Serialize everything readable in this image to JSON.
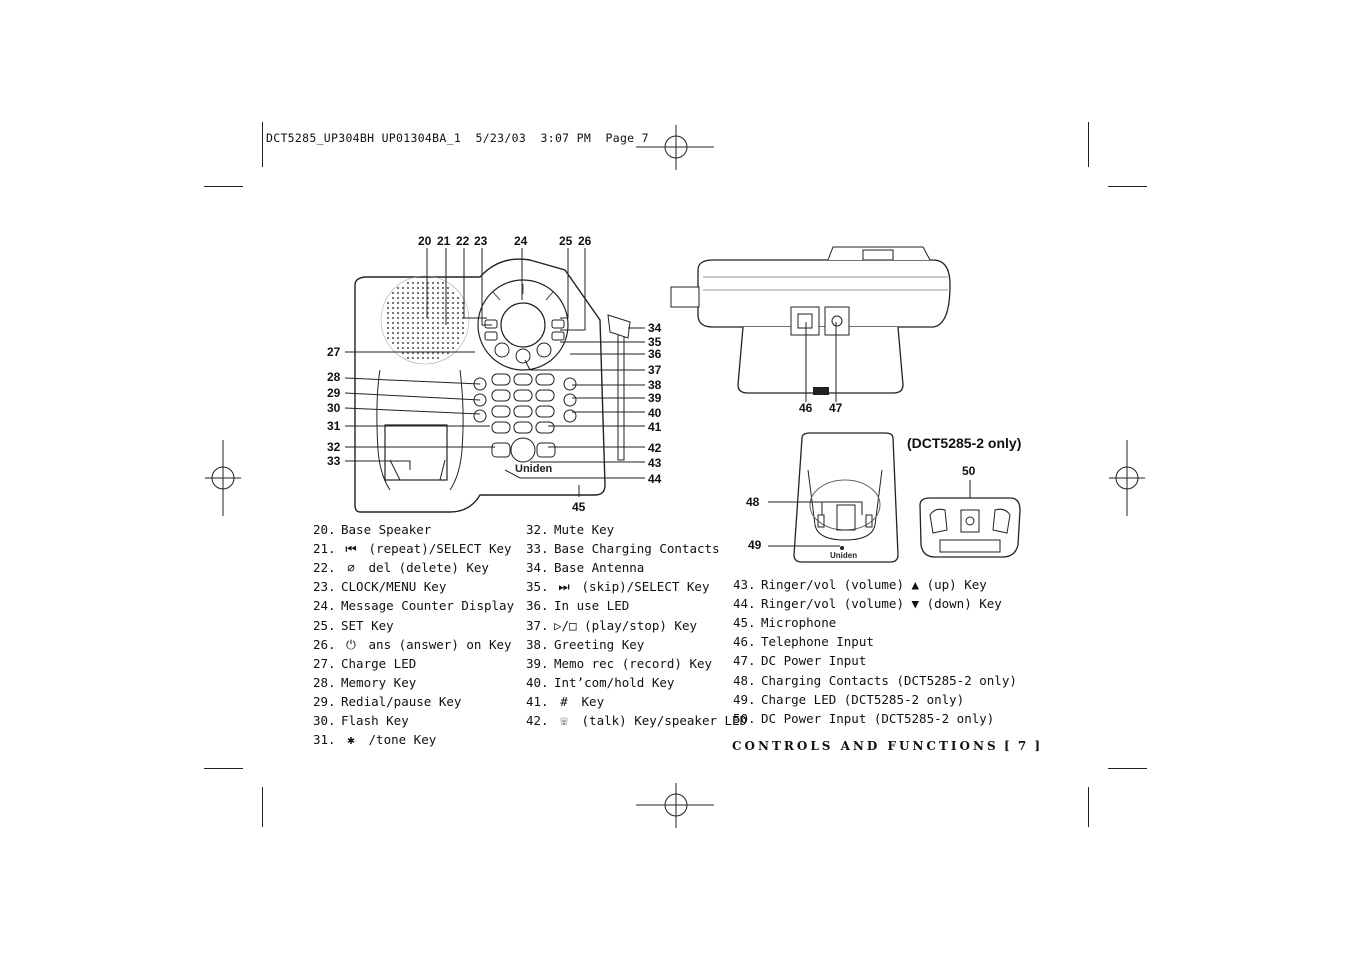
{
  "slug": "DCT5285_UP304BH UP01304BA_1  5/23/03  3:07 PM  Page 7",
  "dct_only": "(DCT5285-2 only)",
  "footer": {
    "section": "CONTROLS AND FUNCTIONS",
    "page": "[ 7 ]"
  },
  "callouts": {
    "c20": "20",
    "c21": "21",
    "c22": "22",
    "c23": "23",
    "c24": "24",
    "c25": "25",
    "c26": "26",
    "c27": "27",
    "c28": "28",
    "c29": "29",
    "c30": "30",
    "c31": "31",
    "c32": "32",
    "c33": "33",
    "c34": "34",
    "c35": "35",
    "c36": "36",
    "c37": "37",
    "c38": "38",
    "c39": "39",
    "c40": "40",
    "c41": "41",
    "c42": "42",
    "c43": "43",
    "c44": "44",
    "c45": "45",
    "c46": "46",
    "c47": "47",
    "c48": "48",
    "c49": "49",
    "c50": "50"
  },
  "brand": "Uniden",
  "col1": [
    {
      "n": "20.",
      "t": "Base Speaker"
    },
    {
      "n": "21.",
      "t": "(repeat)/SELECT Key",
      "icon": "repeat-icon",
      "g": "⏮"
    },
    {
      "n": "22.",
      "t": "del (delete) Key",
      "icon": "delete-icon",
      "g": "⌀"
    },
    {
      "n": "23.",
      "t": "CLOCK/MENU Key"
    },
    {
      "n": "24.",
      "t": "Message Counter Display"
    },
    {
      "n": "25.",
      "t": "SET Key"
    },
    {
      "n": "26.",
      "t": "ans (answer) on Key",
      "icon": "power-icon",
      "g": "⏻"
    },
    {
      "n": "27.",
      "t": "Charge LED"
    },
    {
      "n": "28.",
      "t": "Memory Key"
    },
    {
      "n": "29.",
      "t": "Redial/pause Key"
    },
    {
      "n": "30.",
      "t": "Flash Key"
    },
    {
      "n": "31.",
      "t": "/tone Key",
      "icon": "asterisk-icon",
      "g": "✱"
    }
  ],
  "col2": [
    {
      "n": "32.",
      "t": "Mute Key"
    },
    {
      "n": "33.",
      "t": "Base Charging Contacts"
    },
    {
      "n": "34.",
      "t": "Base Antenna"
    },
    {
      "n": "35.",
      "t": "(skip)/SELECT Key",
      "icon": "skip-icon",
      "g": "⏭"
    },
    {
      "n": "36.",
      "t": "In use LED"
    },
    {
      "n": "37.",
      "t": "(play/stop) Key",
      "icon": "play-stop-icon",
      "g": "▷/□"
    },
    {
      "n": "38.",
      "t": "Greeting Key"
    },
    {
      "n": "39.",
      "t": "Memo rec (record) Key"
    },
    {
      "n": "40.",
      "t": "Int’com/hold Key"
    },
    {
      "n": "41.",
      "t": "Key",
      "icon": "pound-icon",
      "g": "#"
    },
    {
      "n": "42.",
      "t": "(talk) Key/speaker LED",
      "icon": "talk-icon",
      "g": "☏"
    }
  ],
  "col3": [
    {
      "n": "43.",
      "t": "Ringer/vol (volume) ▲ (up) Key"
    },
    {
      "n": "44.",
      "t": "Ringer/vol (volume) ▼ (down) Key"
    },
    {
      "n": "45.",
      "t": "Microphone"
    },
    {
      "n": "46.",
      "t": "Telephone Input"
    },
    {
      "n": "47.",
      "t": "DC Power Input"
    },
    {
      "n": "48.",
      "t": "Charging Contacts (DCT5285-2 only)"
    },
    {
      "n": "49.",
      "t": "Charge LED (DCT5285-2 only)"
    },
    {
      "n": "50.",
      "t": "DC Power Input (DCT5285-2 only)"
    }
  ]
}
